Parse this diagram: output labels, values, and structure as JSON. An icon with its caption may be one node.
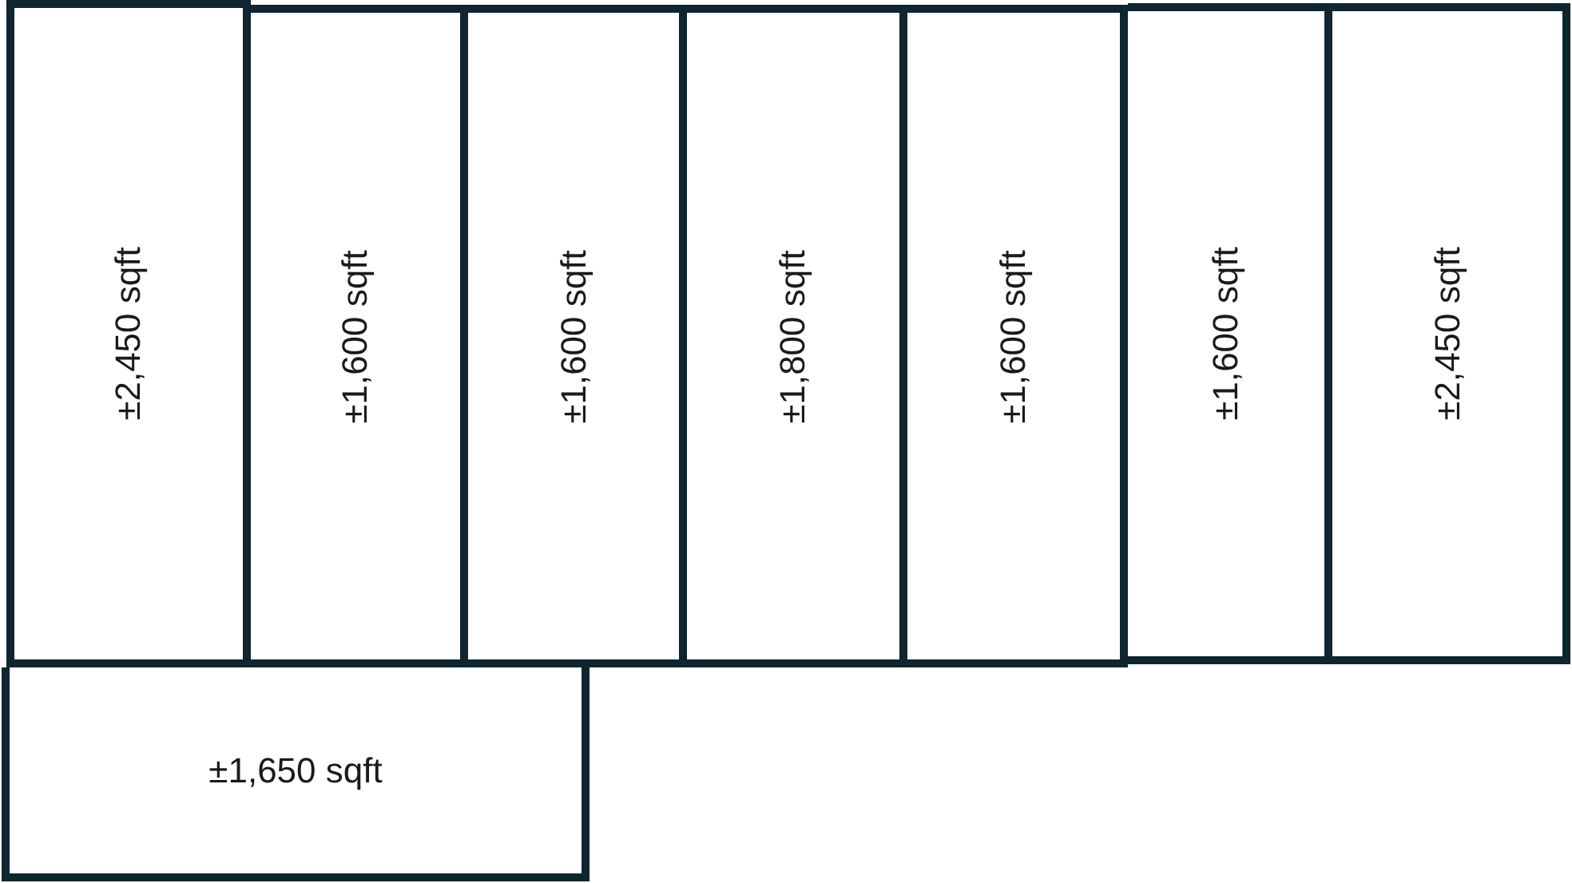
{
  "diagram": {
    "nodes": [
      {
        "text": [
          "±2,450 sqft"
        ]
      },
      {
        "text": [
          "±1,600 sqft"
        ]
      },
      {
        "text": [
          "±1,600 sqft"
        ]
      },
      {
        "text": [
          "±1,800 sqft"
        ]
      },
      {
        "text": [
          "±1,600 sqft"
        ]
      },
      {
        "text": [
          "±1,600 sqft"
        ]
      },
      {
        "text": [
          "±2,450 sqft"
        ]
      },
      {
        "text": [
          "±1,650 sqft"
        ]
      }
    ]
  }
}
